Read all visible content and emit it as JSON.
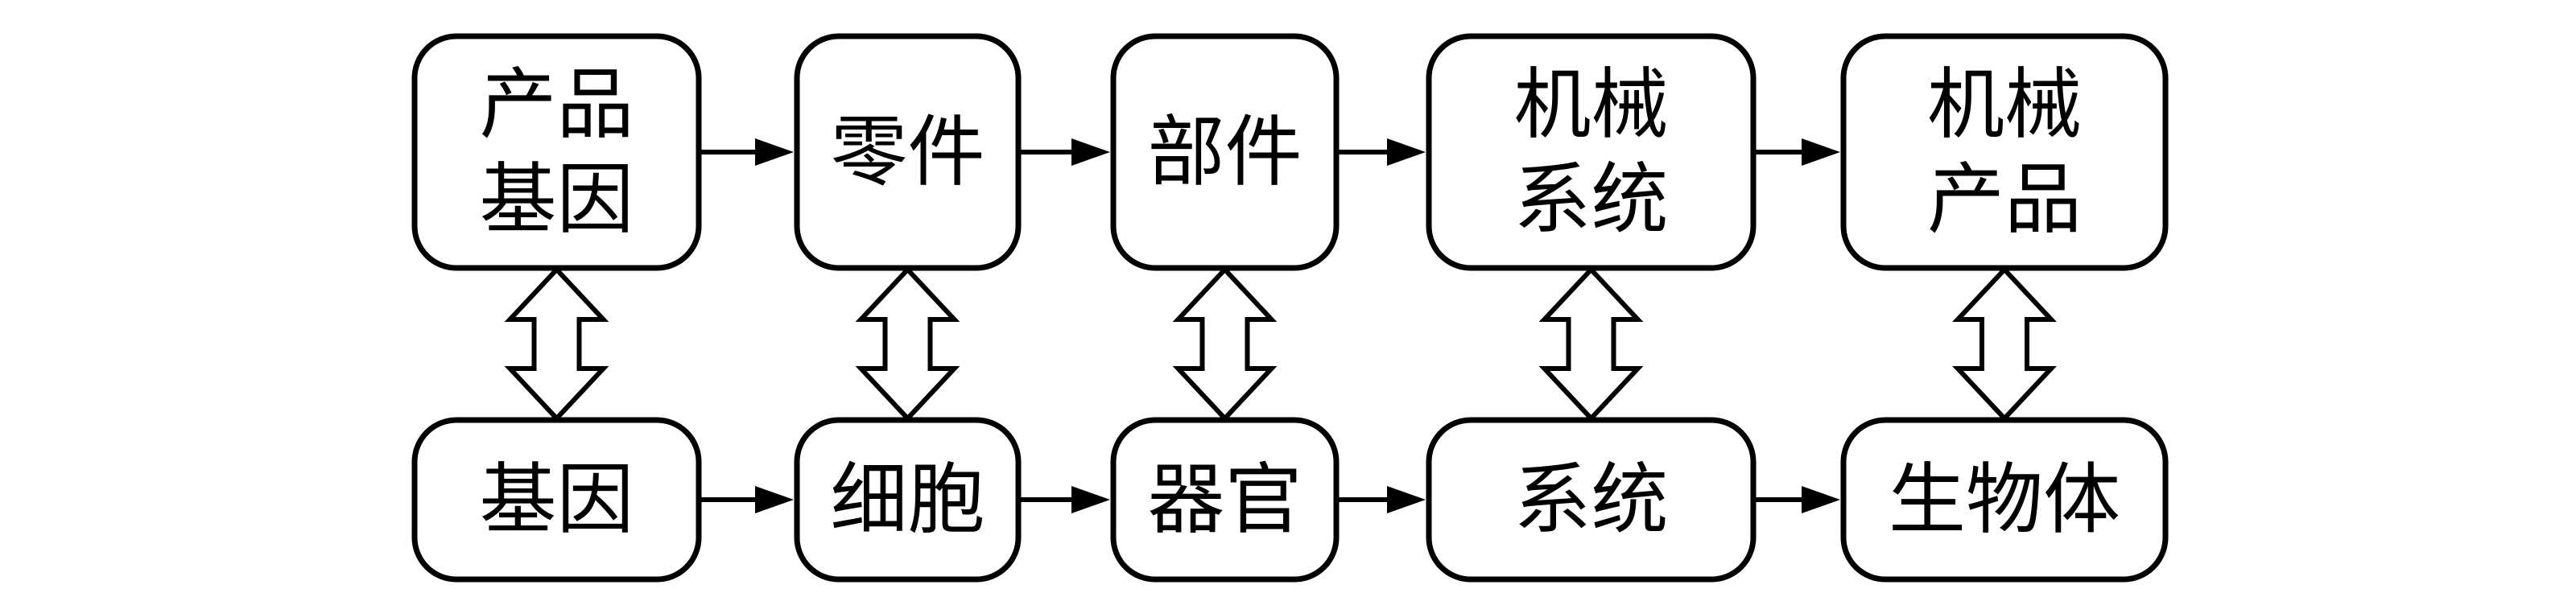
{
  "mechanical_row": [
    {
      "id": "m1",
      "lines": [
        "产品",
        "基因"
      ]
    },
    {
      "id": "m2",
      "lines": [
        "零件"
      ]
    },
    {
      "id": "m3",
      "lines": [
        "部件"
      ]
    },
    {
      "id": "m4",
      "lines": [
        "机械",
        "系统"
      ]
    },
    {
      "id": "m5",
      "lines": [
        "机械",
        "产品"
      ]
    }
  ],
  "biological_row": [
    {
      "id": "b1",
      "lines": [
        "基因"
      ]
    },
    {
      "id": "b2",
      "lines": [
        "细胞"
      ]
    },
    {
      "id": "b3",
      "lines": [
        "器官"
      ]
    },
    {
      "id": "b4",
      "lines": [
        "系统"
      ]
    },
    {
      "id": "b5",
      "lines": [
        "生物体"
      ]
    }
  ],
  "flow_edges": [
    {
      "from": "m1",
      "to": "m2"
    },
    {
      "from": "m2",
      "to": "m3"
    },
    {
      "from": "m3",
      "to": "m4"
    },
    {
      "from": "m4",
      "to": "m5"
    },
    {
      "from": "b1",
      "to": "b2"
    },
    {
      "from": "b2",
      "to": "b3"
    },
    {
      "from": "b3",
      "to": "b4"
    },
    {
      "from": "b4",
      "to": "b5"
    }
  ],
  "correspondence_edges": [
    {
      "a": "m1",
      "b": "b1"
    },
    {
      "a": "m2",
      "b": "b2"
    },
    {
      "a": "m3",
      "b": "b3"
    },
    {
      "a": "m4",
      "b": "b4"
    },
    {
      "a": "m5",
      "b": "b5"
    }
  ]
}
